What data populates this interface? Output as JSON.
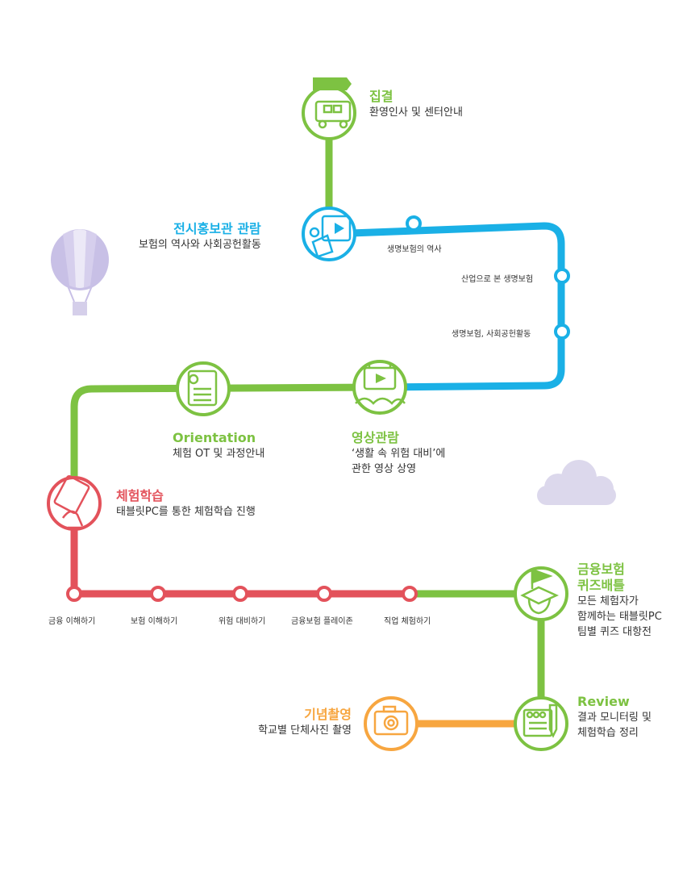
{
  "colors": {
    "green": "#7dc242",
    "blue": "#1ab0e6",
    "red": "#e3525b",
    "orange": "#f7a640",
    "balloon": "#c8c0e6",
    "cloud": "#dcd8ec"
  },
  "stations": [
    {
      "id": "gathering",
      "title": "집결",
      "desc": [
        "환영인사 및 센터안내"
      ],
      "icon": "bus-icon"
    },
    {
      "id": "exhibit",
      "title": "전시홍보관 관람",
      "desc": [
        "보험의 역사와 사회공헌활동"
      ],
      "icon": "video-tablet-icon"
    },
    {
      "id": "video",
      "title": "영상관람",
      "desc": [
        "‘생활 속 위험 대비’에",
        "관한 영상 상영"
      ],
      "icon": "screen-play-icon"
    },
    {
      "id": "orientation",
      "title": "Orientation",
      "desc": [
        "체험 OT 및 과정안내"
      ],
      "icon": "checklist-icon"
    },
    {
      "id": "experience",
      "title": "체험학습",
      "desc": [
        "태블릿PC를 통한 체험학습 진행"
      ],
      "icon": "tablet-hand-icon"
    },
    {
      "id": "quiz",
      "title": [
        "금융보험",
        "퀴즈배틀"
      ],
      "desc": [
        "모든 체험자가",
        "함께하는 태블릿PC",
        "팀별 퀴즈 대항전"
      ],
      "icon": "graduate-icon"
    },
    {
      "id": "review",
      "title": "Review",
      "desc": [
        "결과 모니터링 및",
        "체험학습 정리"
      ],
      "icon": "notebook-pencil-icon"
    },
    {
      "id": "photo",
      "title": "기념촬영",
      "desc": [
        "학교별 단체사진 촬영"
      ],
      "icon": "camera-icon"
    }
  ],
  "blue_stops": [
    "생명보험의 역사",
    "산업으로 본 생명보험",
    "생명보험, 사회공헌활동"
  ],
  "red_stops": [
    "금융 이해하기",
    "보험 이해하기",
    "위험 대비하기",
    "금융보험 플레이존",
    "직업 체험하기"
  ]
}
